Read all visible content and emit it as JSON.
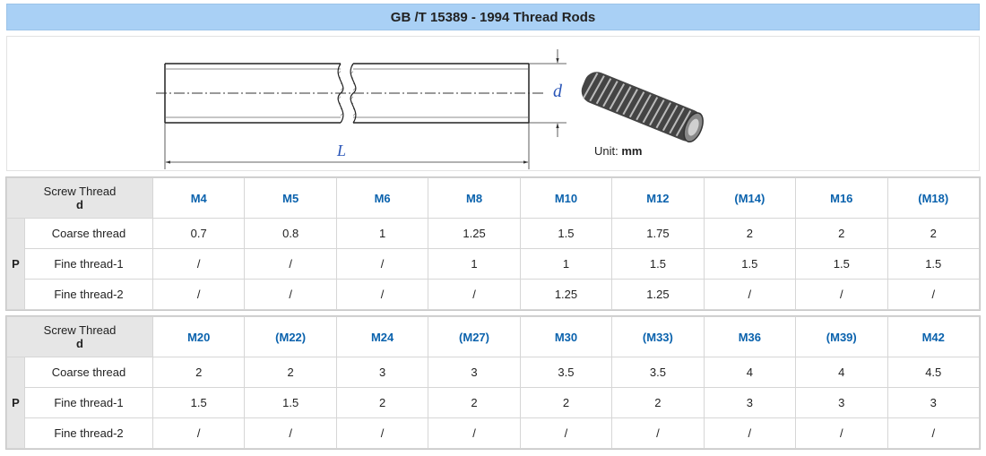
{
  "title": "GB /T 15389 - 1994 Thread Rods",
  "figure": {
    "label_L": "L",
    "label_d": "d",
    "unit_label": "Unit:",
    "unit_value": "mm"
  },
  "table_header": {
    "screw_thread": "Screw Thread",
    "d": "d",
    "p": "P",
    "rows": [
      "Coarse thread",
      "Fine thread-1",
      "Fine thread-2"
    ]
  },
  "tables": [
    {
      "sizes": [
        "M4",
        "M5",
        "M6",
        "M8",
        "M10",
        "M12",
        "(M14)",
        "M16",
        "(M18)"
      ],
      "coarse": [
        "0.7",
        "0.8",
        "1",
        "1.25",
        "1.5",
        "1.75",
        "2",
        "2",
        "2"
      ],
      "fine1": [
        "/",
        "/",
        "/",
        "1",
        "1",
        "1.5",
        "1.5",
        "1.5",
        "1.5"
      ],
      "fine2": [
        "/",
        "/",
        "/",
        "/",
        "1.25",
        "1.25",
        "/",
        "/",
        "/"
      ]
    },
    {
      "sizes": [
        "M20",
        "(M22)",
        "M24",
        "(M27)",
        "M30",
        "(M33)",
        "M36",
        "(M39)",
        "M42"
      ],
      "coarse": [
        "2",
        "2",
        "3",
        "3",
        "3.5",
        "3.5",
        "4",
        "4",
        "4.5"
      ],
      "fine1": [
        "1.5",
        "1.5",
        "2",
        "2",
        "2",
        "2",
        "3",
        "3",
        "3"
      ],
      "fine2": [
        "/",
        "/",
        "/",
        "/",
        "/",
        "/",
        "/",
        "/",
        "/"
      ]
    }
  ],
  "colors": {
    "title_bg": "#a9d0f5",
    "size_text": "#0a62ad",
    "header_bg": "#e6e6e6"
  },
  "icons": [
    "thread-rod-drawing",
    "threaded-rod-3d-icon"
  ]
}
